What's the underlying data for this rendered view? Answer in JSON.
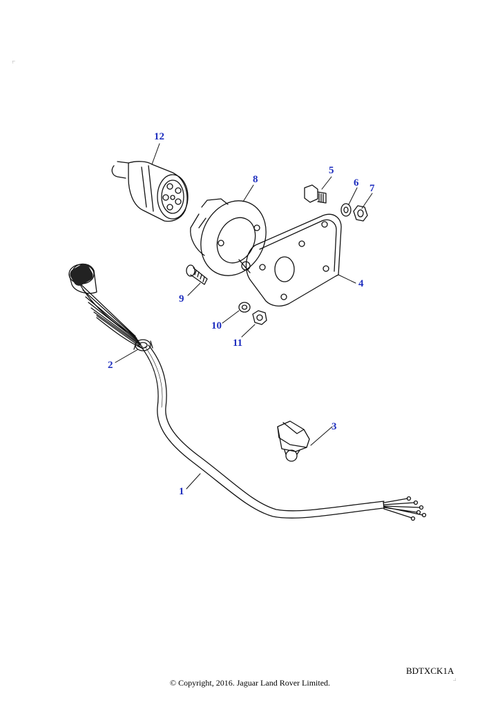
{
  "colors": {
    "callout": "#1f2fbf",
    "line": "#111111"
  },
  "callouts": [
    {
      "id": "1",
      "label": "1"
    },
    {
      "id": "2",
      "label": "2"
    },
    {
      "id": "3",
      "label": "3"
    },
    {
      "id": "4",
      "label": "4"
    },
    {
      "id": "5",
      "label": "5"
    },
    {
      "id": "6",
      "label": "6"
    },
    {
      "id": "7",
      "label": "7"
    },
    {
      "id": "8",
      "label": "8"
    },
    {
      "id": "9",
      "label": "9"
    },
    {
      "id": "10",
      "label": "10"
    },
    {
      "id": "11",
      "label": "11"
    },
    {
      "id": "12",
      "label": "12"
    }
  ],
  "diagram_code": "BDTXCK1A",
  "copyright": "© Copyright, 2016. Jaguar Land Rover Limited."
}
